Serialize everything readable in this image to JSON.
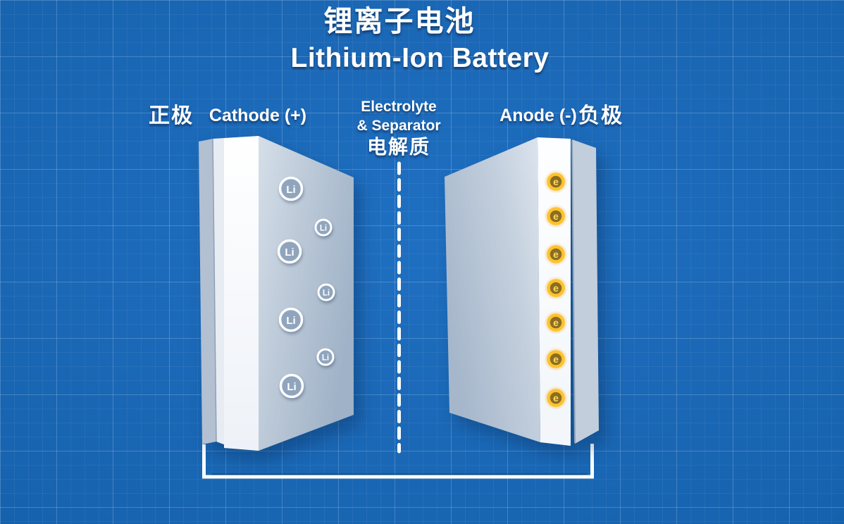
{
  "title": {
    "zh": "锂离子电池",
    "en": "Lithium-Ion Battery"
  },
  "labels": {
    "cathode_zh": "正极",
    "cathode_en": "Cathode (+)",
    "electrolyte_line1": "Electrolyte",
    "electrolyte_line2": "& Separator",
    "electrolyte_zh": "电解质",
    "anode_en": "Anode (-)",
    "anode_zh": "负极"
  },
  "cathode": {
    "ion_symbol": "Li",
    "ion_count": 7
  },
  "anode": {
    "electron_symbol": "e",
    "electron_count": 7
  },
  "colors": {
    "background_blue": "#1565b4",
    "grid_line": "#4f8cc9",
    "electrode_face_gray": "#bcc9d8",
    "electrode_face_white": "#ffffff",
    "electron_ring_gold": "#fdc32d",
    "electron_core_brown": "#8b6d22",
    "electron_letter_yellow": "#ffd95e",
    "li_ion_disc": "#90a5bd",
    "li_ion_ring": "#ffffff",
    "text_white": "#ffffff"
  }
}
